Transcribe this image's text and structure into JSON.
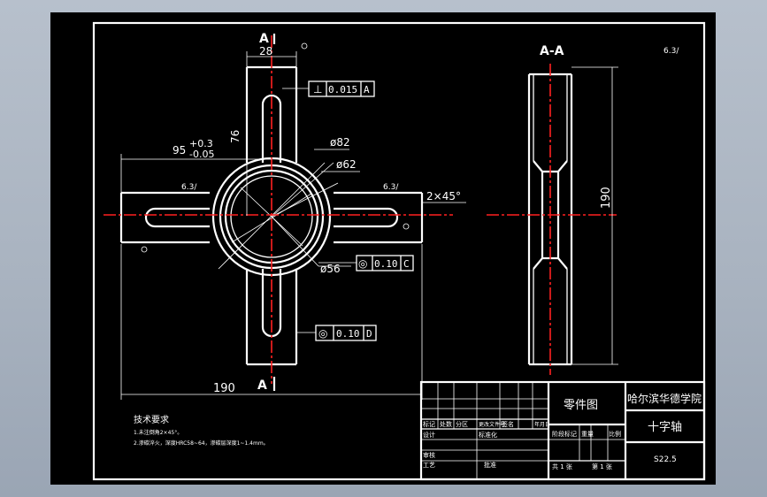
{
  "drawing": {
    "section_mark_top": "A",
    "section_mark_bottom": "A",
    "section_view_title": "A-A",
    "roughness_default": "6.3/",
    "dims": {
      "width_28": "28",
      "len_76": "76",
      "dim_95": "95",
      "dim_95_tol_upper": "+0.3",
      "dim_95_tol_lower": "-0.05",
      "dia_82": "ø82",
      "dia_62": "ø62",
      "dia_56": "ø56",
      "chamfer": "2×45°",
      "len_190_h": "190",
      "len_190_v": "190"
    },
    "tolerances": {
      "perp_sym": "⊥",
      "perp_val": "0.015",
      "perp_ref": "A",
      "conc1_sym": "◎",
      "conc1_val": "0.10",
      "conc1_ref": "C",
      "conc2_sym": "◎",
      "conc2_val": "0.10",
      "conc2_ref": "D"
    },
    "notes": {
      "title": "技术要求",
      "line1": "1.未注倒角2×45°。",
      "line2": "2.渗碳淬火，深度HRC58~64，渗碳层深度1~1.4mm。"
    }
  },
  "title_block": {
    "drawing_type": "零件图",
    "school": "哈尔滨华德学院",
    "part_name": "十字轴",
    "drawing_no": "S22.5",
    "hdr_cells": [
      "标记",
      "处数",
      "分区",
      "更改文件号",
      "签名",
      "年月日"
    ],
    "design": "设计",
    "standardize": "标准化",
    "check": "审核",
    "craft": "工艺",
    "approve": "批准",
    "stage_mark": "阶段标记",
    "weight": "重量",
    "scale": "比例",
    "sheets_total": "共 1 张",
    "sheet_no": "第 1 张"
  }
}
